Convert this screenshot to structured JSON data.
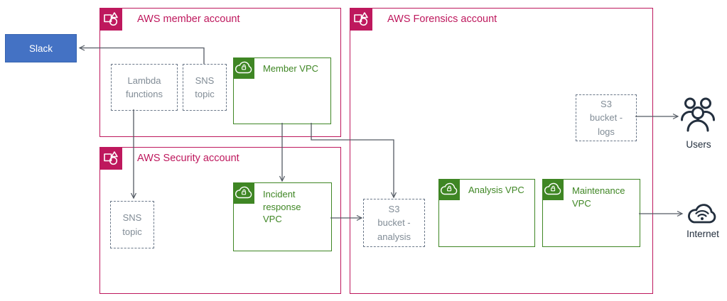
{
  "diagram": {
    "accounts": [
      {
        "id": "member",
        "title": "AWS member account"
      },
      {
        "id": "security",
        "title": "AWS Security account"
      },
      {
        "id": "forensics",
        "title": "AWS Forensics account"
      }
    ],
    "nodes": {
      "slack": {
        "label": "Slack"
      },
      "lambda_functions": {
        "label": "Lambda functions",
        "lines": [
          "Lambda",
          "functions"
        ]
      },
      "sns_topic_member": {
        "label": "SNS topic",
        "lines": [
          "SNS",
          "topic"
        ]
      },
      "member_vpc": {
        "label": "Member VPC"
      },
      "sns_topic_security": {
        "label": "SNS topic",
        "lines": [
          "SNS",
          "topic"
        ]
      },
      "incident_response_vpc": {
        "label": "Incident response VPC",
        "lines": [
          "Incident",
          "response",
          "VPC"
        ]
      },
      "s3_bucket_analysis": {
        "label": "S3 bucket - analysis",
        "lines": [
          "S3",
          "bucket -",
          "analysis"
        ]
      },
      "analysis_vpc": {
        "label": "Analysis VPC"
      },
      "maintenance_vpc": {
        "label": "Maintenance VPC",
        "lines": [
          "Maintenance",
          "VPC"
        ]
      },
      "s3_bucket_logs": {
        "label": "S3 bucket - logs",
        "lines": [
          "S3",
          "bucket -",
          "logs"
        ]
      },
      "users": {
        "label": "Users"
      },
      "internet": {
        "label": "Internet"
      }
    },
    "connections": [
      {
        "from": "sns_topic_member",
        "to": "slack"
      },
      {
        "from": "lambda_functions",
        "to": "sns_topic_security"
      },
      {
        "from": "member_vpc",
        "to": "incident_response_vpc"
      },
      {
        "from": "member_vpc",
        "to": "s3_bucket_analysis"
      },
      {
        "from": "incident_response_vpc",
        "to": "s3_bucket_analysis"
      },
      {
        "from": "s3_bucket_logs",
        "to": "users"
      },
      {
        "from": "maintenance_vpc",
        "to": "internet"
      }
    ],
    "colors": {
      "account_pink": "#be185d",
      "vpc_green": "#3f8624",
      "slack_blue": "#4472c4",
      "dashed_border": "#6b7889",
      "dashed_text": "#818c96",
      "connector": "#545b64",
      "icon_dark": "#232f3e"
    }
  }
}
